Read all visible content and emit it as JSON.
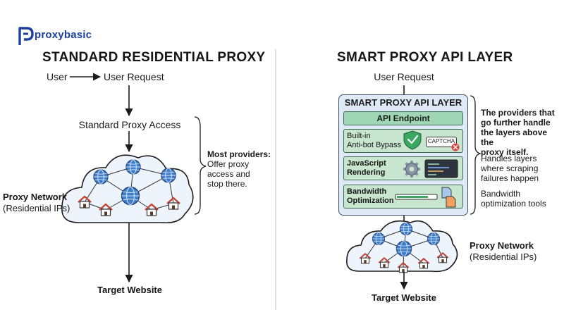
{
  "brand": {
    "name": "proxybasic",
    "accent": "#1f3f9c"
  },
  "colors": {
    "endpoint": "#9ed6b6",
    "layer": "#c8e6cf",
    "api_box": "#dfeaf6",
    "cloud_node": "#3f7ec8",
    "house_roof": "#c2453a",
    "captcha_error": "#e04040",
    "check_shield": "#3aa860"
  },
  "left": {
    "title": "STANDARD RESIDENTIAL PROXY",
    "user": "User",
    "user_request": "User Request",
    "proxy_access": "Standard Proxy Access",
    "network_title": "Proxy Network",
    "network_sub": "(Residential IPs)",
    "target": "Target Website",
    "note_bold": "Most providers:",
    "note_lines": [
      "Offer proxy",
      "access and",
      "stop there."
    ]
  },
  "right": {
    "title": "SMART PROXY API LAYER",
    "user_request": "User Request",
    "box_title": "SMART PROXY API LAYER",
    "endpoint": "API Endpoint",
    "layers": [
      {
        "line1": "Built-in",
        "line2": "Anti-bot Bypass",
        "icon": "shield-check-icon",
        "badge": "CAPTCHA"
      },
      {
        "line1": "JavaScript",
        "line2": "Rendering",
        "icon": "gear-icon"
      },
      {
        "line1": "Bandwidth",
        "line2": "Optimization",
        "icon": "progress-bar-icon"
      }
    ],
    "note_top": [
      "The providers that",
      "go further handle",
      "the layers above the",
      "proxy itself."
    ],
    "note_mid": [
      "Handles layers",
      "where scraping",
      "failures happen"
    ],
    "note_bot": [
      "Bandwidth",
      "optimization tools"
    ],
    "network_title": "Proxy Network",
    "network_sub": "(Residential IPs)",
    "target": "Target Website"
  }
}
